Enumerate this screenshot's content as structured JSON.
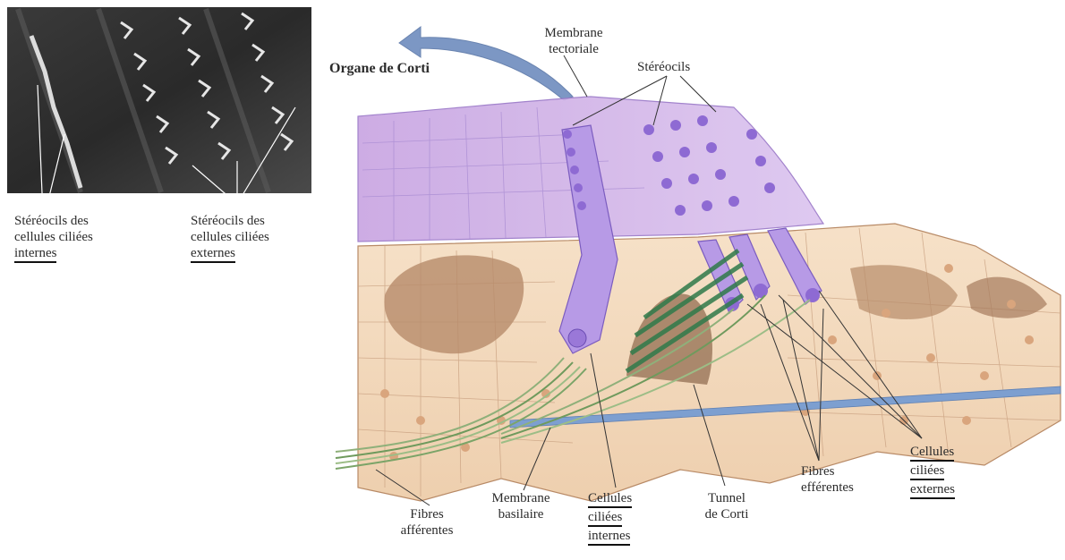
{
  "micrograph": {
    "label_inner": [
      "Stéréocils des",
      "cellules ciliées",
      "internes"
    ],
    "label_outer": [
      "Stéréocils des",
      "cellules ciliées",
      "externes"
    ]
  },
  "diagram": {
    "title": "Organe de Corti",
    "membrane_tectoriale": [
      "Membrane",
      "tectoriale"
    ],
    "stereocils": "Stéréocils",
    "fibres_afferentes": [
      "Fibres",
      "afférentes"
    ],
    "membrane_basilaire": [
      "Membrane",
      "basilaire"
    ],
    "cellules_internes": [
      "Cellules",
      "ciliées",
      "internes"
    ],
    "tunnel_corti": [
      "Tunnel",
      "de Corti"
    ],
    "fibres_efferentes": [
      "Fibres",
      "efférentes"
    ],
    "cellules_externes": [
      "Cellules",
      "ciliées",
      "externes"
    ]
  },
  "colors": {
    "tectorial": "#cdb3e6",
    "hair_cell": "#a98fe0",
    "tissue": "#f2d8bd",
    "tissue_dark": "#c99a78",
    "nerve": "#8fb07a",
    "basilar": "#7d9fd0",
    "micrograph_bg": "#2a2a2a"
  }
}
